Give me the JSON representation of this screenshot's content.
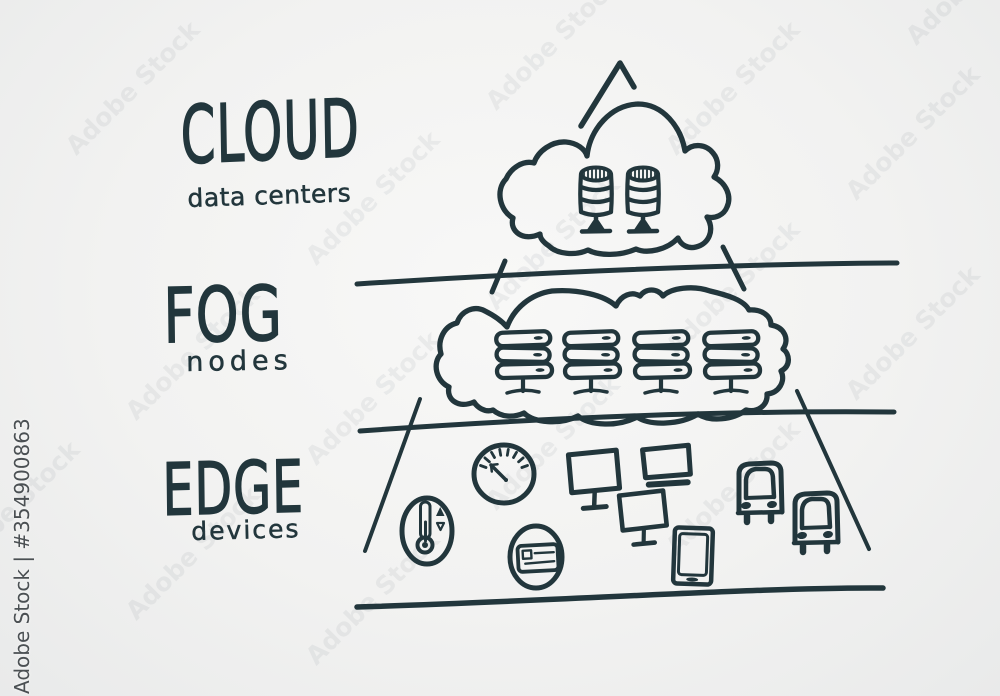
{
  "labels": {
    "cloud": {
      "title": "CLOUD",
      "subtitle": "data centers"
    },
    "fog": {
      "title": "FOG",
      "subtitle": "nodes"
    },
    "edge": {
      "title": "EDGE",
      "subtitle": "devices"
    }
  },
  "watermark": {
    "side_text": "Adobe Stock | #354900863",
    "tile_text": "Adobe Stock"
  },
  "colors": {
    "ink": "#22363c",
    "background": "#f2f2f1",
    "watermark_side": "#4b5053"
  },
  "diagram": {
    "type": "pyramid",
    "tiers": [
      {
        "name": "cloud",
        "label": "CLOUD",
        "sublabel": "data centers",
        "icons": [
          "database-server",
          "database-server"
        ]
      },
      {
        "name": "fog",
        "label": "FOG",
        "sublabel": "nodes",
        "icons": [
          "server-stack",
          "server-stack",
          "server-stack",
          "server-stack"
        ]
      },
      {
        "name": "edge",
        "label": "EDGE",
        "sublabel": "devices",
        "icons": [
          "gauge-sensor",
          "thermometer-sensor",
          "card-reader",
          "monitor",
          "display-screen",
          "monitor",
          "smartphone",
          "car",
          "car"
        ]
      }
    ]
  }
}
